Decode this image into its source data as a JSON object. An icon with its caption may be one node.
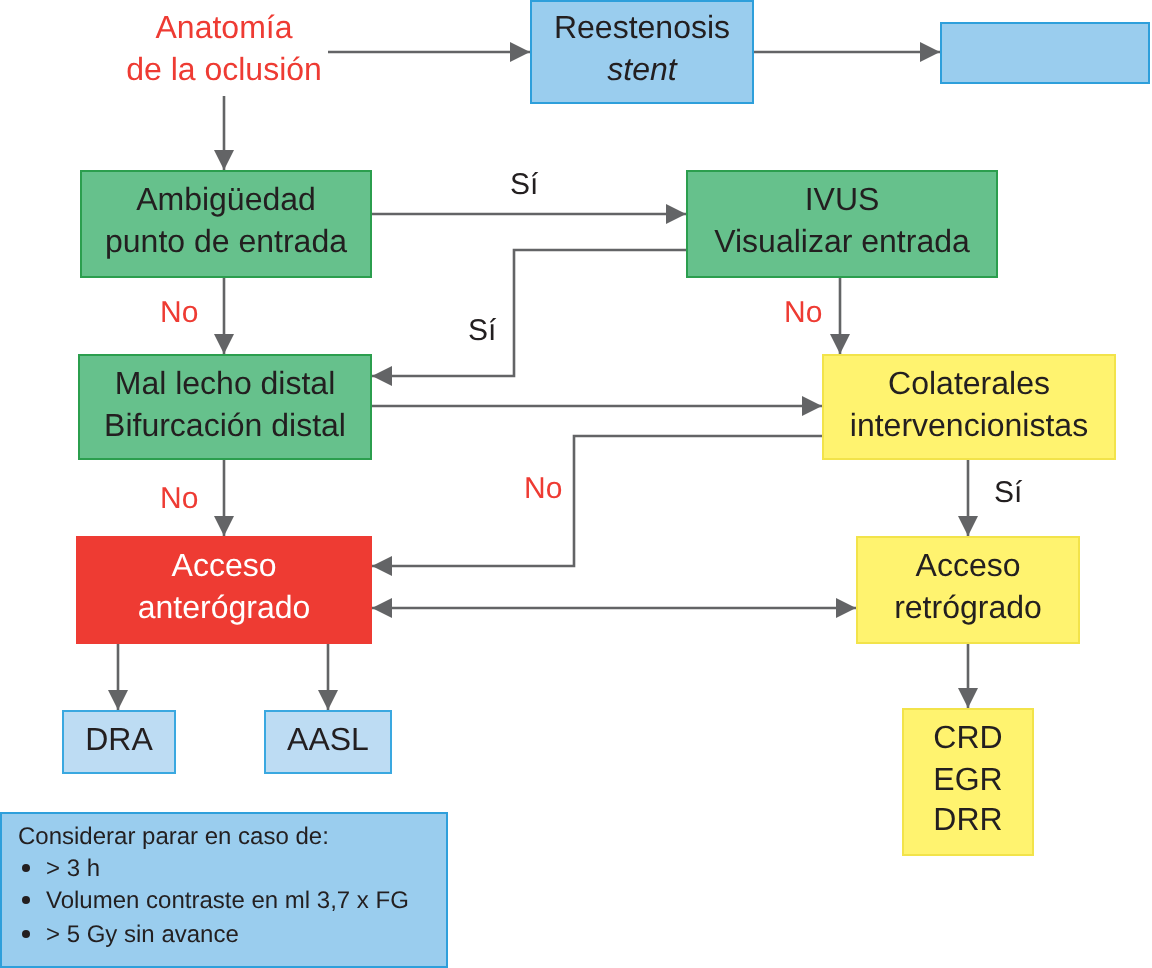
{
  "diagram": {
    "nodes": [
      {
        "text": [
          "Anatomía de la oclusión"
        ]
      },
      {
        "text": [
          "Reestenosis *stent*"
        ]
      },
      {
        "text": [],
        "shape": "box"
      },
      {
        "text": [
          "Ambigüedad punto de entrada"
        ]
      },
      {
        "text": [
          "IVUS",
          "Visualizar entrada"
        ]
      },
      {
        "text": [
          "Mal lecho distal",
          "Bifurcación distal"
        ]
      },
      {
        "text": [
          "Colaterales intervencionistas"
        ]
      },
      {
        "text": [
          "Acceso anterógrado"
        ]
      },
      {
        "text": [
          "Acceso retrógrado"
        ]
      },
      {
        "text": [
          "DRA"
        ]
      },
      {
        "text": [
          "AASL"
        ]
      },
      {
        "text": [
          "CRD",
          "EGR",
          "DRR"
        ]
      },
      {
        "text": [
          "Considerar parar en caso de:",
          "> 3 h",
          "Volumen contraste en ml 3,7 x FG",
          "> 5 Gy sin avance"
        ]
      }
    ],
    "edges": [
      {
        "from": 0,
        "to": 1,
        "arrow": "to"
      },
      {
        "from": 1,
        "to": 2,
        "arrow": "to"
      },
      {
        "from": 0,
        "to": 3,
        "arrow": "to"
      },
      {
        "from": 3,
        "to": 4,
        "arrow": "to",
        "label": "Sí"
      },
      {
        "from": 4,
        "to": 5,
        "arrow": "to",
        "label": "Sí"
      },
      {
        "from": 3,
        "to": 5,
        "arrow": "to",
        "label": "No"
      },
      {
        "from": 4,
        "to": 6,
        "arrow": "to",
        "label": "No"
      },
      {
        "from": 5,
        "to": 6,
        "arrow": "to"
      },
      {
        "from": 6,
        "to": 7,
        "arrow": "to",
        "label": "No"
      },
      {
        "from": 5,
        "to": 7,
        "arrow": "to",
        "label": "No"
      },
      {
        "from": 6,
        "to": 8,
        "arrow": "to",
        "label": "Sí"
      },
      {
        "from": 7,
        "to": 8,
        "arrow": "both"
      },
      {
        "from": 7,
        "to": 9,
        "arrow": "to"
      },
      {
        "from": 7,
        "to": 10,
        "arrow": "to"
      },
      {
        "from": 8,
        "to": 11,
        "arrow": "to"
      }
    ]
  }
}
